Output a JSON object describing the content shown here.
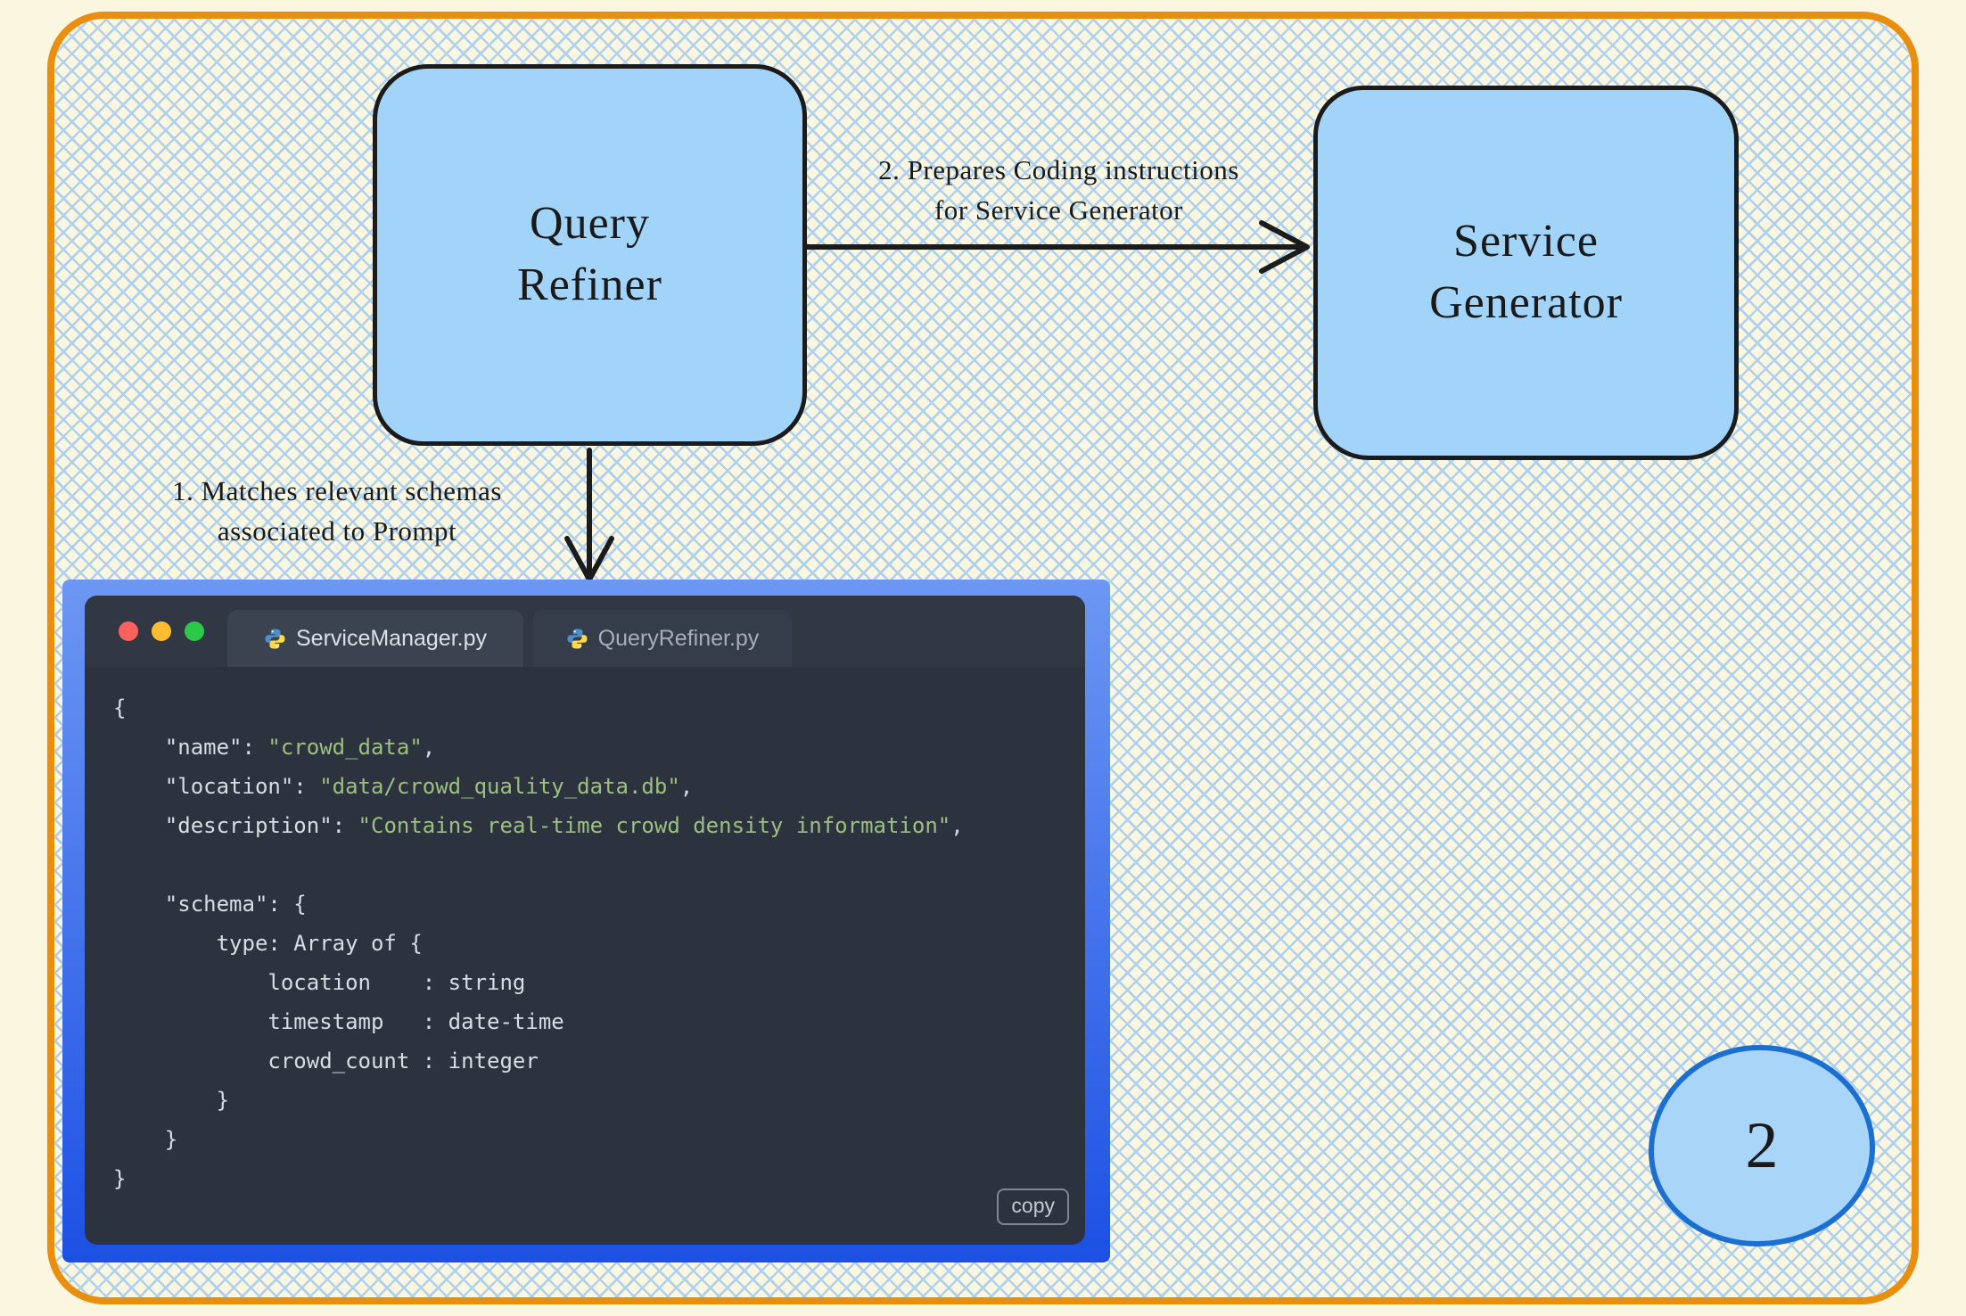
{
  "theme": {
    "cream": "#FBF6DF",
    "hatch": "#A4CBF0",
    "frame-orange": "#E98F10",
    "ink": "#1B1B1B",
    "node-fill": "#A2D3F8",
    "win-grad-top": "#6D97F3",
    "win-grad-bottom": "#1C50E4",
    "editor-bg": "#2D333E",
    "titlebar-bg": "#313844",
    "tab-active-bg": "#3B4350",
    "tab-inactive-bg": "#353D4B",
    "code-default": "#D9DDE3",
    "code-string": "#9BC07F",
    "badge-fill": "#A9D5F8",
    "badge-border": "#1A6FD0",
    "dot-red": "#F9615C",
    "dot-yellow": "#FDBD2E",
    "dot-green": "#2BC948"
  },
  "diagram": {
    "nodes": {
      "query_refiner": {
        "lines": [
          "Query",
          "Refiner"
        ]
      },
      "service_generator": {
        "lines": [
          "Service",
          "Generator"
        ]
      }
    },
    "annotations": {
      "step2": {
        "lines": [
          "2. Prepares Coding instructions",
          "for Service Generator"
        ]
      },
      "step1": {
        "lines": [
          "1. Matches relevant schemas",
          "associated to Prompt"
        ]
      }
    },
    "badge": {
      "label": "2"
    }
  },
  "editor": {
    "window_controls": [
      "close",
      "minimize",
      "maximize"
    ],
    "tabs": [
      {
        "label": "ServiceManager.py",
        "icon": "python-icon",
        "active": true
      },
      {
        "label": "QueryRefiner.py",
        "icon": "python-icon",
        "active": false
      }
    ],
    "copy_label": "copy",
    "code": [
      [
        [
          "{",
          "d"
        ]
      ],
      [
        [
          "    \"name\": ",
          "d"
        ],
        [
          "\"crowd_data\"",
          "s"
        ],
        [
          ",",
          "d"
        ]
      ],
      [
        [
          "    \"location\": ",
          "d"
        ],
        [
          "\"data/crowd_quality_data.db\"",
          "s"
        ],
        [
          ",",
          "d"
        ]
      ],
      [
        [
          "    \"description\": ",
          "d"
        ],
        [
          "\"Contains real-time crowd density information\"",
          "s"
        ],
        [
          ",",
          "d"
        ]
      ],
      [],
      [
        [
          "    \"schema\": {",
          "d"
        ]
      ],
      [
        [
          "        type: Array of {",
          "d"
        ]
      ],
      [
        [
          "            location    : string",
          "d"
        ]
      ],
      [
        [
          "            timestamp   : date-time",
          "d"
        ]
      ],
      [
        [
          "            crowd_count : integer",
          "d"
        ]
      ],
      [
        [
          "        }",
          "d"
        ]
      ],
      [
        [
          "    }",
          "d"
        ]
      ],
      [
        [
          "}",
          "d"
        ]
      ]
    ]
  }
}
